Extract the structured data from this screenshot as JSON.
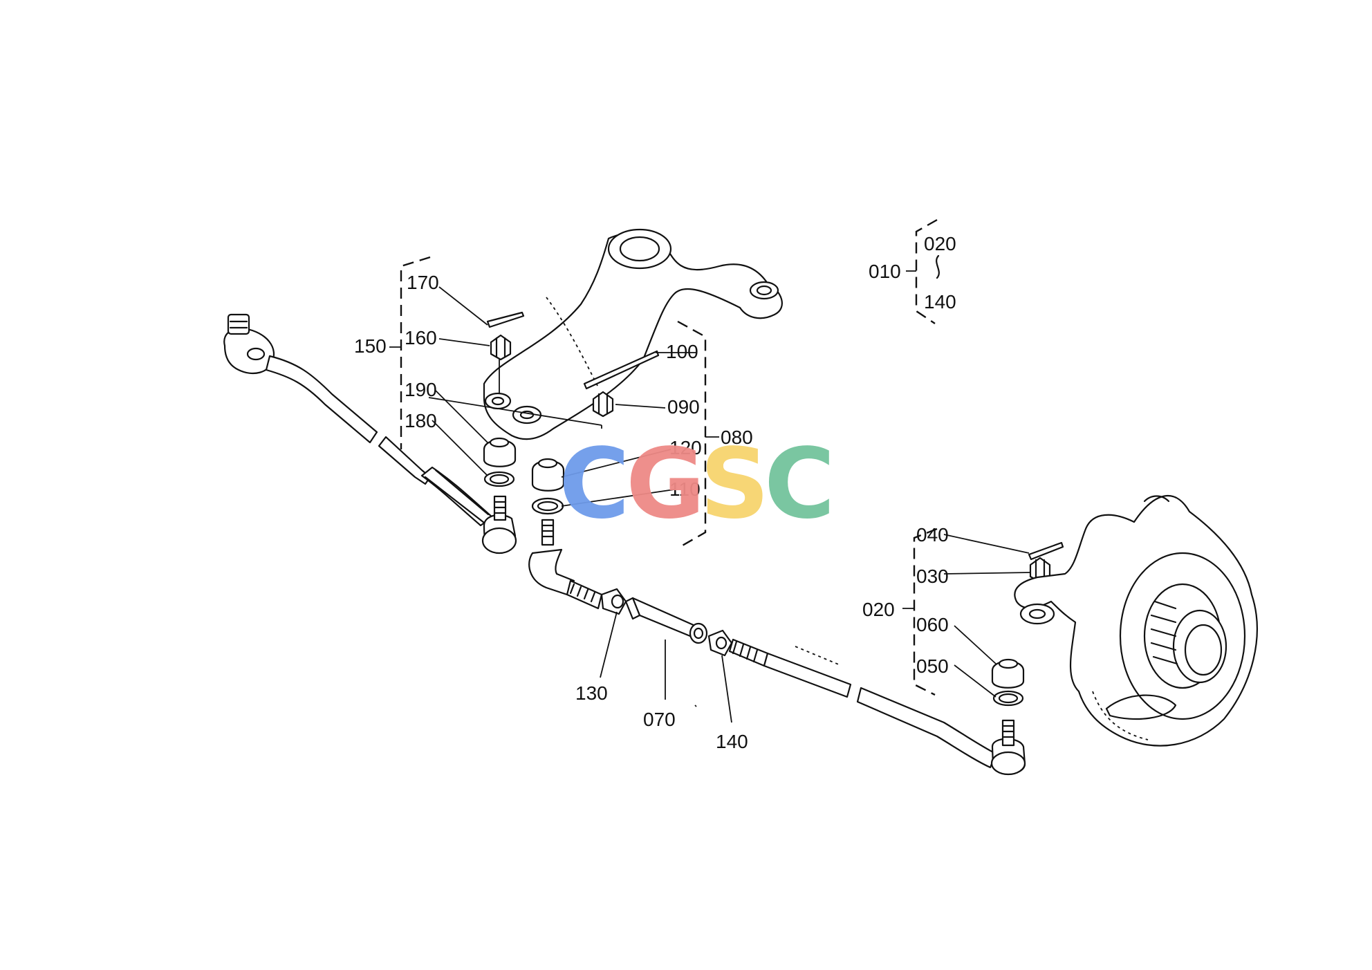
{
  "watermark": {
    "letters": [
      "C",
      "G",
      "S",
      "C"
    ],
    "colors": [
      "#6E9BEA",
      "#EE8A86",
      "#F7D46E",
      "#73C49D"
    ]
  },
  "labels": {
    "p010": "010",
    "p020_top": "020",
    "p140_top": "140",
    "p170": "170",
    "p160": "160",
    "p150": "150",
    "p190": "190",
    "p180": "180",
    "p100": "100",
    "p090": "090",
    "p080": "080",
    "p120": "120",
    "p110": "110",
    "p040": "040",
    "p030": "030",
    "p020": "020",
    "p060": "060",
    "p050": "050",
    "p130": "130",
    "p070": "070",
    "p140": "140"
  }
}
